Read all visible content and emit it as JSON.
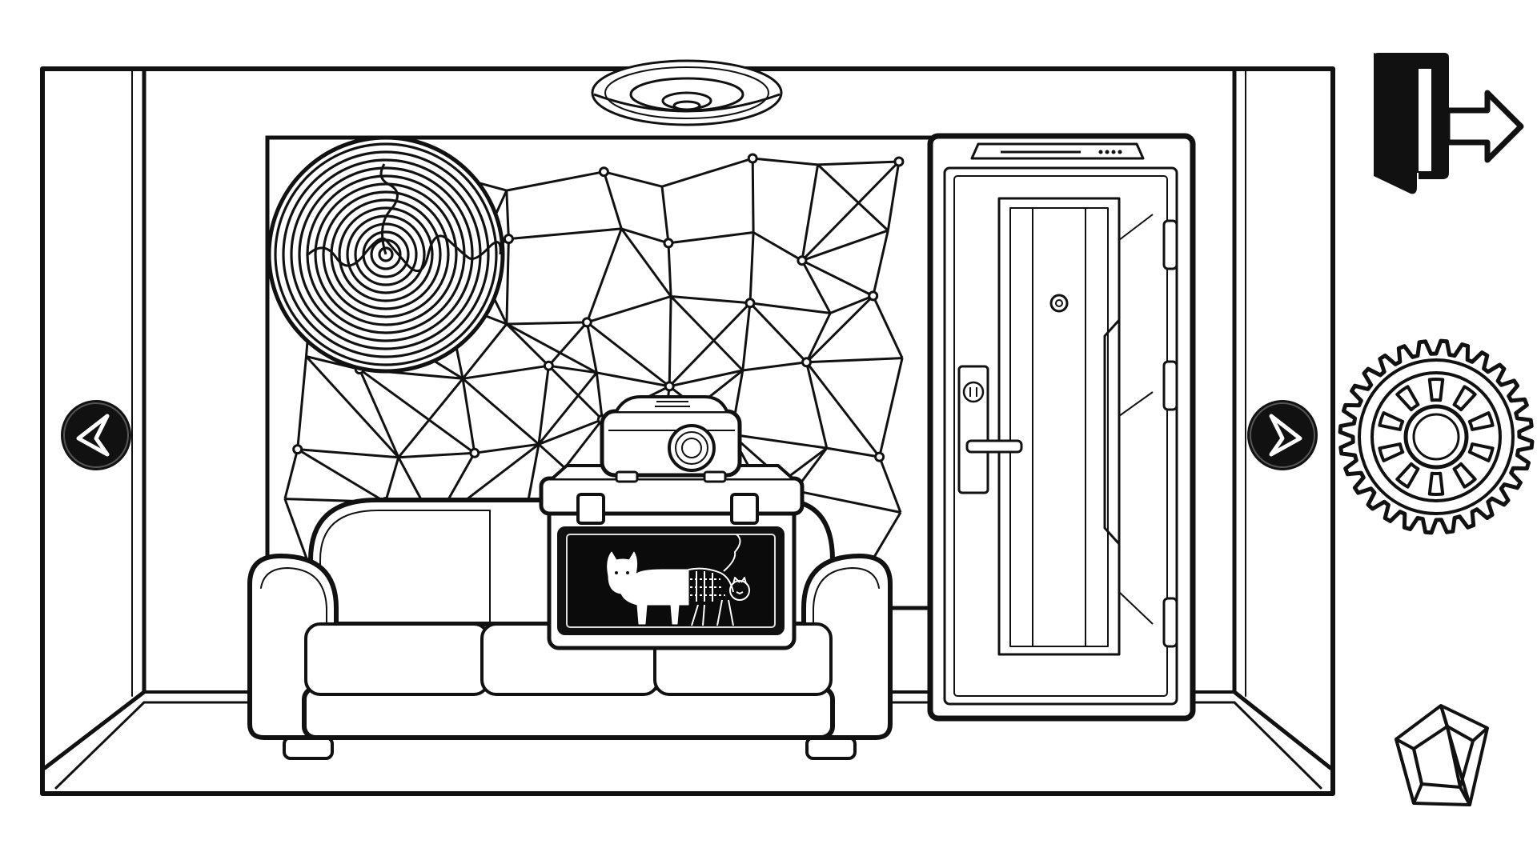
{
  "scene": {
    "room": "living-room",
    "objects": [
      "ceiling-light",
      "spiral-wall-art",
      "network-wall-mural",
      "sci-fi-door",
      "sofa",
      "cat-xray-crate",
      "projector"
    ]
  },
  "hud": {
    "exit_icon": "exit-door-icon",
    "settings_icon": "gear-icon",
    "inventory_icon": "tesseract-cube-icon",
    "nav_left_icon": "chevron-left-icon",
    "nav_right_icon": "chevron-right-icon"
  },
  "colors": {
    "line": "#111111",
    "background": "#ffffff",
    "fill_dark": "#151515"
  }
}
